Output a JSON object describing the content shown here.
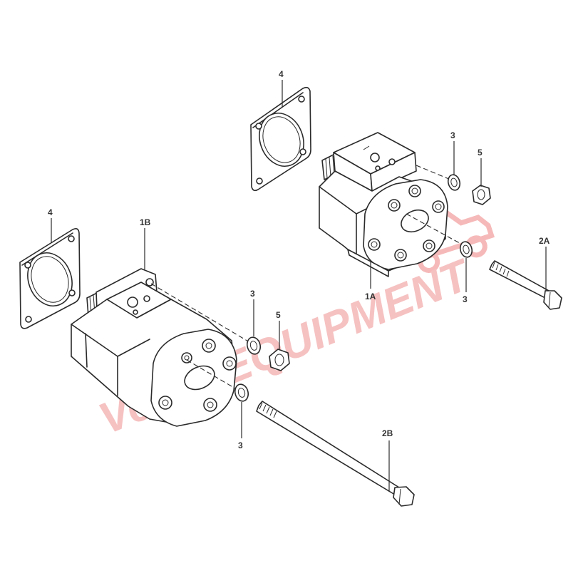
{
  "watermark": {
    "text": "Vemo EQUIPMENT",
    "color": "#f2a0a0"
  },
  "labels": {
    "gasket_upper": "4",
    "gasket_left": "4",
    "pump_1b": "1B",
    "pump_1a": "1A",
    "washer_1a_top": "3",
    "washer_1a_bottom": "3",
    "nut_1a": "5",
    "bolt_2a": "2A",
    "washer_1b_top": "3",
    "washer_1b_bottom": "3",
    "nut_1b": "5",
    "bolt_2b": "2B"
  },
  "colors": {
    "line": "#2a2a2a",
    "label": "#333333",
    "background": "#ffffff"
  }
}
